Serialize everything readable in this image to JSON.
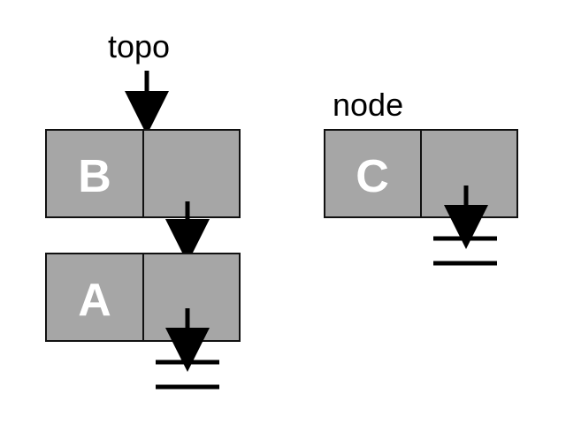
{
  "labels": {
    "top_pointer": "topo",
    "node_pointer": "node"
  },
  "nodes": [
    {
      "id": "B",
      "letter": "B"
    },
    {
      "id": "A",
      "letter": "A"
    },
    {
      "id": "C",
      "letter": "C"
    }
  ],
  "colors": {
    "cell_fill": "#a6a6a6",
    "cell_border": "#111111",
    "letter": "#ffffff",
    "arrow": "#000000",
    "background": "#ffffff"
  }
}
